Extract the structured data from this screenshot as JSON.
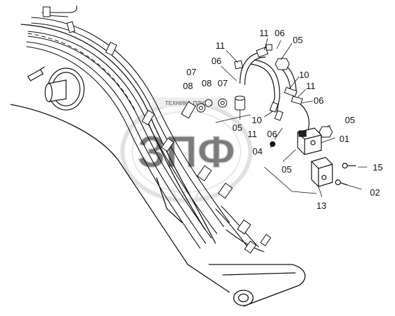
{
  "watermark": {
    "logo_text": "ЗПФ",
    "banner_text": "ТЕХНИКА ПЛЮС ЗАПЧАСТИ",
    "note": "watermark lettering reproduced as picture"
  },
  "callouts": [
    {
      "id": "c11a",
      "text": "11"
    },
    {
      "id": "c06a",
      "text": "06"
    },
    {
      "id": "c05a",
      "text": "05"
    },
    {
      "id": "c11b",
      "text": "11"
    },
    {
      "id": "c06b",
      "text": "06"
    },
    {
      "id": "c10a",
      "text": "10"
    },
    {
      "id": "c11c",
      "text": "11"
    },
    {
      "id": "c06c",
      "text": "06"
    },
    {
      "id": "c07a",
      "text": "07"
    },
    {
      "id": "c08a",
      "text": "08"
    },
    {
      "id": "c07b",
      "text": "07"
    },
    {
      "id": "c08b",
      "text": "08"
    },
    {
      "id": "c10b",
      "text": "10"
    },
    {
      "id": "c05b",
      "text": "05"
    },
    {
      "id": "c11d",
      "text": "11"
    },
    {
      "id": "c06d",
      "text": "06"
    },
    {
      "id": "c05c",
      "text": "05"
    },
    {
      "id": "c01",
      "text": "01"
    },
    {
      "id": "c04",
      "text": "04"
    },
    {
      "id": "c05d",
      "text": "05"
    },
    {
      "id": "c15",
      "text": "15"
    },
    {
      "id": "c02",
      "text": "02"
    },
    {
      "id": "c13",
      "text": "13"
    }
  ]
}
